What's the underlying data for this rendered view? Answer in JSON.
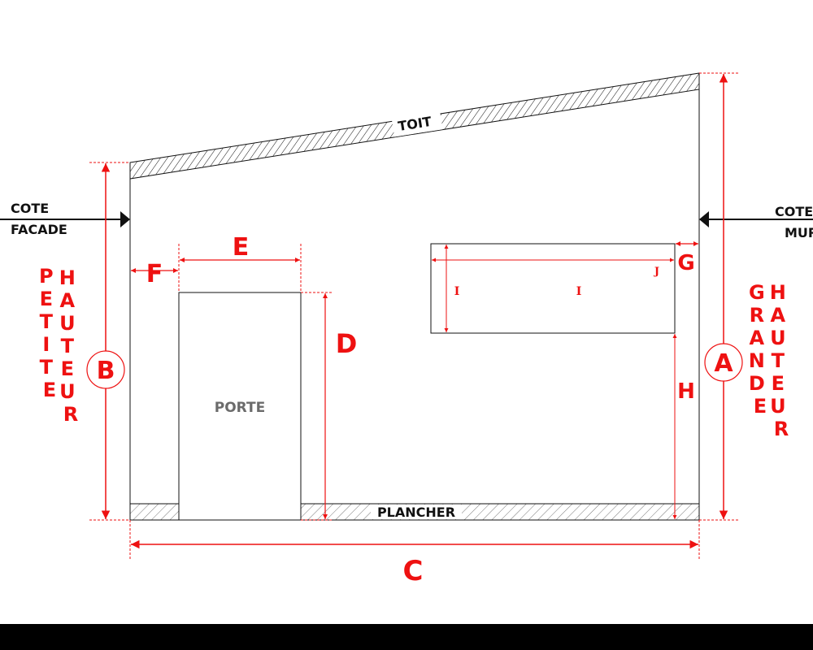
{
  "colors": {
    "dimension": "#ee1111",
    "structure": "#111111",
    "door_text": "#6b6b6b",
    "footer_bar": "#000000"
  },
  "labels": {
    "roof": "TOIT",
    "floor": "PLANCHER",
    "door": "PORTE",
    "side_left_line1": "COTE",
    "side_left_line2": "FACADE",
    "side_right_line1": "COTE",
    "side_right_line2": "MUR"
  },
  "dimensions": {
    "A": "A",
    "B": "B",
    "C": "C",
    "D": "D",
    "E": "E",
    "F": "F",
    "G": "G",
    "H": "H",
    "I": "I",
    "J": "J"
  },
  "vertical_labels": {
    "left_col1": [
      "P",
      "E",
      "T",
      "I",
      "T",
      "E"
    ],
    "left_col2": [
      "H",
      "A",
      "U",
      "T",
      "E",
      "U",
      "R"
    ],
    "right_col1": [
      "G",
      "R",
      "A",
      "N",
      "D",
      "E"
    ],
    "right_col2": [
      "H",
      "A",
      "U",
      "T",
      "E",
      "U",
      "R"
    ]
  }
}
